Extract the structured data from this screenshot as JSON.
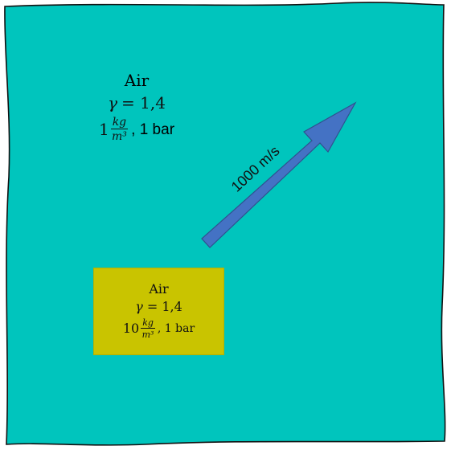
{
  "colors": {
    "domain": "#00c5bd",
    "region": "#c9c400",
    "arrow": "#4472c4",
    "arrow_outline": "#2f528f"
  },
  "ambient": {
    "gas": "Air",
    "gamma_symbol": "γ",
    "gamma_value": "= 1,4",
    "density_value": "1",
    "density_unit_num": "kg",
    "density_unit_den": "m³",
    "pressure": ", 1 bar"
  },
  "region": {
    "gas": "Air",
    "gamma_symbol": "γ",
    "gamma_value": "= 1,4",
    "density_value": "10",
    "density_unit_num": "kg",
    "density_unit_den": "m³",
    "pressure": ", 1 bar"
  },
  "velocity": {
    "label": "1000 m/s"
  }
}
